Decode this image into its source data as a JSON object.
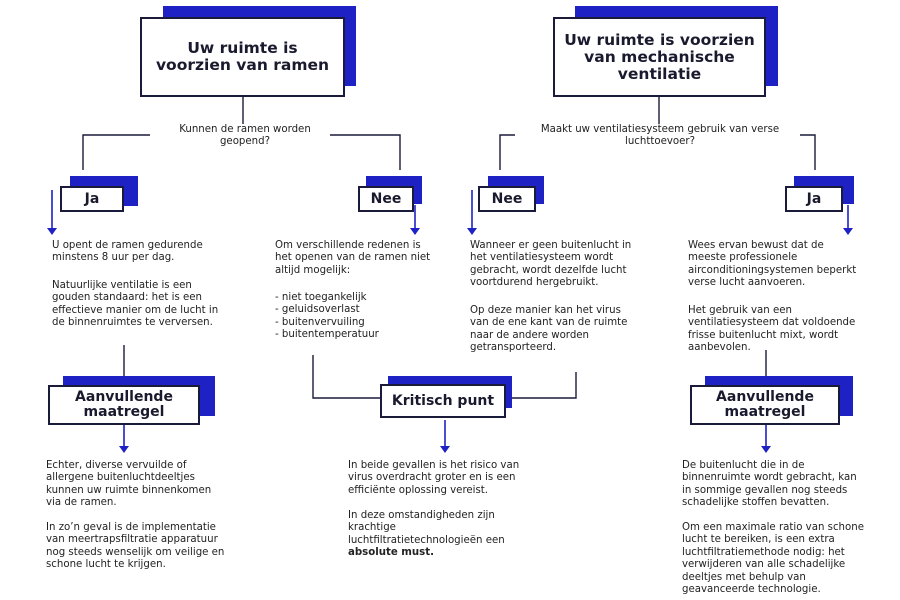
{
  "colors": {
    "accent": "#1e22c4",
    "line": "#1a1a3a"
  },
  "left": {
    "title": "Uw ruimte is voorzien van ramen",
    "question": "Kunnen de ramen worden geopend?",
    "yes": {
      "label": "Ja",
      "text1": "U opent de ramen gedurende minstens 8 uur per dag.",
      "text2": "Natuurlijke ventilatie is een gouden standaard: het is een effectieve manier om de lucht in de binnenruimtes te verversen.",
      "measure": "Aanvullende maatregel",
      "measure_text1": "Echter, diverse vervuilde of allergene buitenluchtdeeltjes kunnen uw ruimte binnenkomen via de ramen.",
      "measure_text2": "In zo’n geval is de implementatie van meertrapsfiltratie apparatuur nog steeds wenselijk om veilige en schone lucht te krijgen."
    },
    "no": {
      "label": "Nee",
      "text1": "Om verschillende redenen is het openen van de ramen niet altijd mogelijk:",
      "reasons": [
        "- niet toegankelijk",
        "- geluidsoverlast",
        "- buitenvervuiling",
        "- buitentemperatuur"
      ]
    }
  },
  "right": {
    "title": "Uw ruimte is voorzien van mechanische ventilatie",
    "question": "Maakt uw ventilatiesysteem gebruik van verse luchttoevoer?",
    "no": {
      "label": "Nee",
      "text1": "Wanneer er geen buitenlucht in het ventilatiesysteem wordt gebracht, wordt dezelfde lucht voortdurend hergebruikt.",
      "text2": "Op deze manier kan het virus van de ene kant van de ruimte naar de andere worden getransporteerd."
    },
    "yes": {
      "label": "Ja",
      "text1": "Wees ervan bewust dat de meeste professionele airconditioningsystemen beperkt verse lucht aanvoeren.",
      "text2": "Het gebruik van een ventilatiesysteem dat voldoende frisse buitenlucht mixt, wordt aanbevolen.",
      "measure": "Aanvullende maatregel",
      "measure_text1": "De buitenlucht die in de binnenruimte wordt gebracht, kan in sommige gevallen nog steeds schadelijke stoffen bevatten.",
      "measure_text2": "Om een maximale ratio van schone lucht te bereiken, is een extra luchtfiltratiemethode nodig: het verwijderen van alle schadelijke deeltjes met behulp van geavanceerde technologie."
    }
  },
  "critical": {
    "label": "Kritisch punt",
    "text1": "In beide gevallen is het risico van virus overdracht groter en is een efficiënte oplossing vereist.",
    "text2_prefix": "In deze omstandigheden zijn krachtige luchtfiltratietechnologieën een ",
    "text2_bold": "absolute must."
  }
}
